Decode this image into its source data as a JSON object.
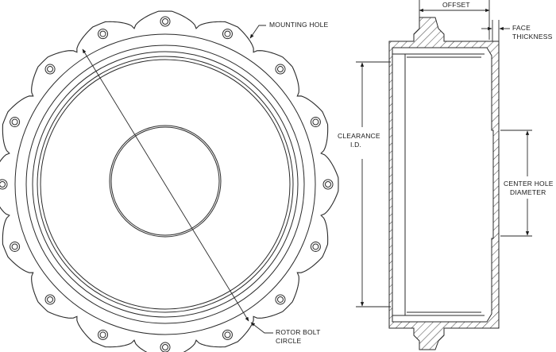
{
  "labels": {
    "mounting_hole": "MOUNTING HOLE",
    "offset": "OFFSET",
    "face_thickness_1": "FACE",
    "face_thickness_2": "THICKNESS",
    "clearance_id_1": "CLEARANCE",
    "clearance_id_2": "I.D.",
    "center_hole_1": "CENTER HOLE",
    "center_hole_2": "DIAMETER",
    "rotor_bolt_1": "ROTOR BOLT",
    "rotor_bolt_2": "CIRCLE"
  },
  "colors": {
    "line": "#2a2a2a",
    "background": "#ffffff"
  }
}
